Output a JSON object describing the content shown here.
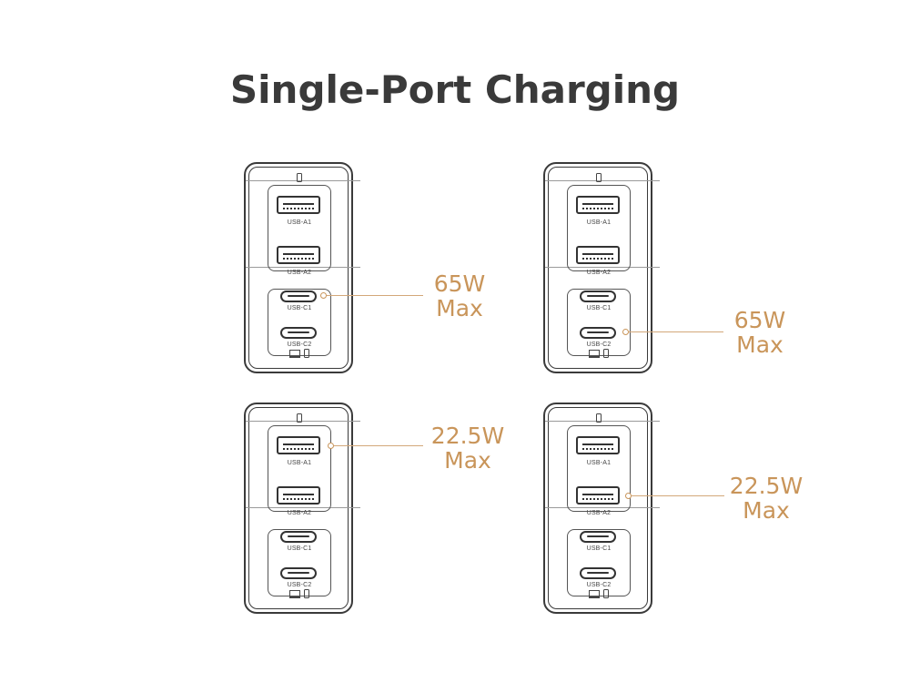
{
  "title": "Single-Port Charging",
  "accent_color": "#c9955a",
  "ports": {
    "a1": "USB-A1",
    "a2": "USB-A2",
    "c1": "USB-C1",
    "c2": "USB-C2"
  },
  "diagrams": [
    {
      "active_port": "USB-C1",
      "power": "65W",
      "suffix": "Max"
    },
    {
      "active_port": "USB-C2",
      "power": "65W",
      "suffix": "Max"
    },
    {
      "active_port": "USB-A1",
      "power": "22.5W",
      "suffix": "Max"
    },
    {
      "active_port": "USB-A2",
      "power": "22.5W",
      "suffix": "Max"
    }
  ]
}
